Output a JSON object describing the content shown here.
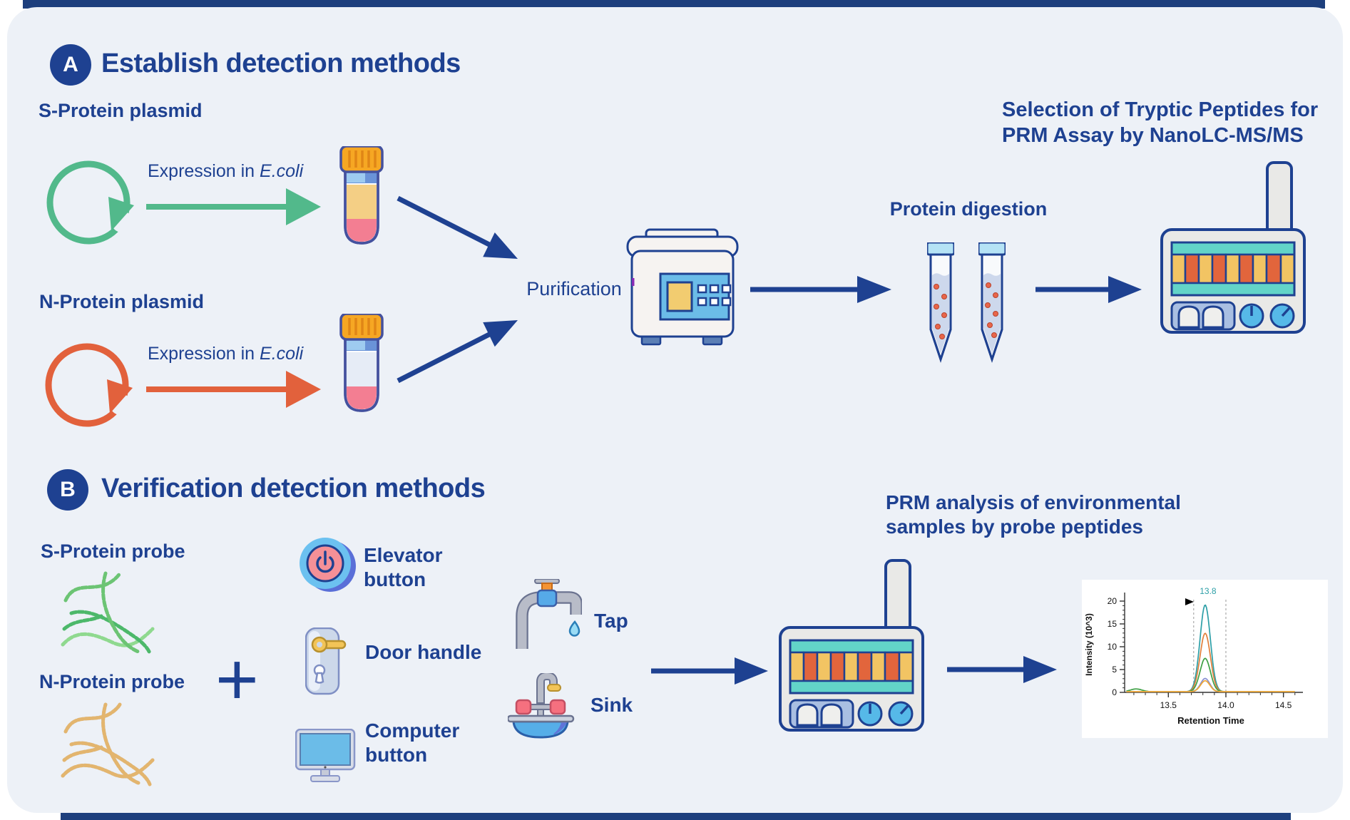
{
  "colors": {
    "navy": "#1e4191",
    "background_card": "#edf1f7",
    "green": "#52b98b",
    "orange": "#e2613c",
    "tube_cap_orange": "#f6a723",
    "teal_stripe": "#62d4c8",
    "knob_blue": "#56b9e8",
    "panel_blue": "#6bbce8"
  },
  "icons": [
    "plasmid-icon",
    "sample-tube-icon",
    "centrifuge-icon",
    "microtube-icon",
    "mass-spectrometer-icon",
    "elevator-button-icon",
    "door-handle-icon",
    "computer-monitor-icon",
    "tap-icon",
    "sink-icon",
    "protein-probe-icon",
    "flow-arrow-icon",
    "plus-sign"
  ],
  "sectionA": {
    "badge": "A",
    "title": "Establish detection methods",
    "s_plasmid_label": "S-Protein plasmid",
    "n_plasmid_label": "N-Protein plasmid",
    "expression_prefix": "Expression in ",
    "expression_organism": "E.coli",
    "purification_label": "Purification",
    "digestion_label": "Protein digestion",
    "selection_line1": "Selection of Tryptic Peptides for",
    "selection_line2": "PRM Assay by NanoLC-MS/MS"
  },
  "sectionB": {
    "badge": "B",
    "title": "Verification detection methods",
    "s_probe_label": "S-Protein probe",
    "n_probe_label": "N-Protein probe",
    "plus_symbol": "+",
    "elevator_line1": "Elevator",
    "elevator_line2": "button",
    "door_label": "Door handle",
    "computer_line1": "Computer",
    "computer_line2": "button",
    "tap_label": "Tap",
    "sink_label": "Sink",
    "prm_line1": "PRM analysis of environmental",
    "prm_line2": "samples by probe peptides"
  },
  "chart_data": {
    "type": "line",
    "title": "",
    "xlabel": "Retention Time",
    "ylabel": "Intensity (10^3)",
    "xlim": [
      13.12,
      14.62
    ],
    "ylim": [
      0,
      20
    ],
    "x_ticks": [
      13.5,
      14.0,
      14.5
    ],
    "x_tick_labels": [
      "13.5",
      "14.0",
      "14.5"
    ],
    "x_minor_step": 0.1,
    "y_ticks": [
      0,
      5,
      10,
      15,
      20
    ],
    "y_tick_labels": [
      "0",
      "5",
      "10",
      "15",
      "20"
    ],
    "y_minor_step": 1,
    "grid": false,
    "legend": "none",
    "dashed_lines": [
      13.72,
      14.0
    ],
    "annotation": {
      "text": "13.8",
      "x": 13.82,
      "color": "#2d9fa7"
    },
    "baseline": 0.15,
    "series": [
      {
        "name": "transition-teal",
        "color": "#2d9fa7",
        "peaks": [
          {
            "rt": 13.82,
            "h": 19.0,
            "w": 0.045
          }
        ]
      },
      {
        "name": "transition-orange",
        "color": "#e07f3b",
        "peaks": [
          {
            "rt": 13.82,
            "h": 12.8,
            "w": 0.045
          }
        ]
      },
      {
        "name": "transition-green",
        "color": "#3fa044",
        "peaks": [
          {
            "rt": 13.82,
            "h": 7.3,
            "w": 0.045
          },
          {
            "rt": 13.22,
            "h": 0.6,
            "w": 0.05
          }
        ]
      },
      {
        "name": "transition-purple",
        "color": "#8b90d2",
        "peaks": [
          {
            "rt": 13.82,
            "h": 2.9,
            "w": 0.04
          }
        ]
      },
      {
        "name": "transition-amber",
        "color": "#f0a833",
        "peaks": [
          {
            "rt": 13.82,
            "h": 2.4,
            "w": 0.04
          }
        ]
      }
    ]
  }
}
